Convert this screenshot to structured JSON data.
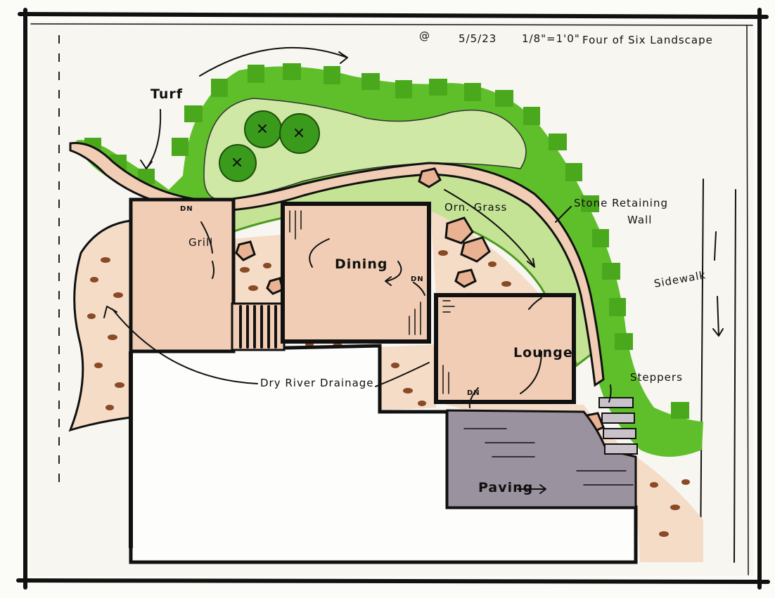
{
  "header": {
    "at_symbol": "@",
    "date": "5/5/23",
    "scale": "1/8\"=1'0\"",
    "title": "Four of Six Landscape"
  },
  "labels": {
    "turf": "Turf",
    "grill": "Grill",
    "dining": "Dining",
    "orn_grass": "Orn. Grass",
    "stone_retaining_wall_line1": "Stone Retaining",
    "stone_retaining_wall_line2": "Wall",
    "sidewalk": "Sidewalk",
    "lounge": "Lounge",
    "steppers": "Steppers",
    "dry_river_drainage": "Dry River Drainage",
    "paving": "Paving",
    "dn_grill": "DN",
    "dn_dining": "DN",
    "dn_lounge": "DN"
  },
  "colors": {
    "paper": "#f7f6f1",
    "turf_green": "#5fbf2a",
    "light_green": "#cfe8a5",
    "shrub_green": "#3a9a1c",
    "patio_tan": "#f0cdb4",
    "river_tan": "#f4dcc6",
    "boulder": "#e9b292",
    "paving_gray": "#9a929e",
    "ink": "#111111"
  }
}
